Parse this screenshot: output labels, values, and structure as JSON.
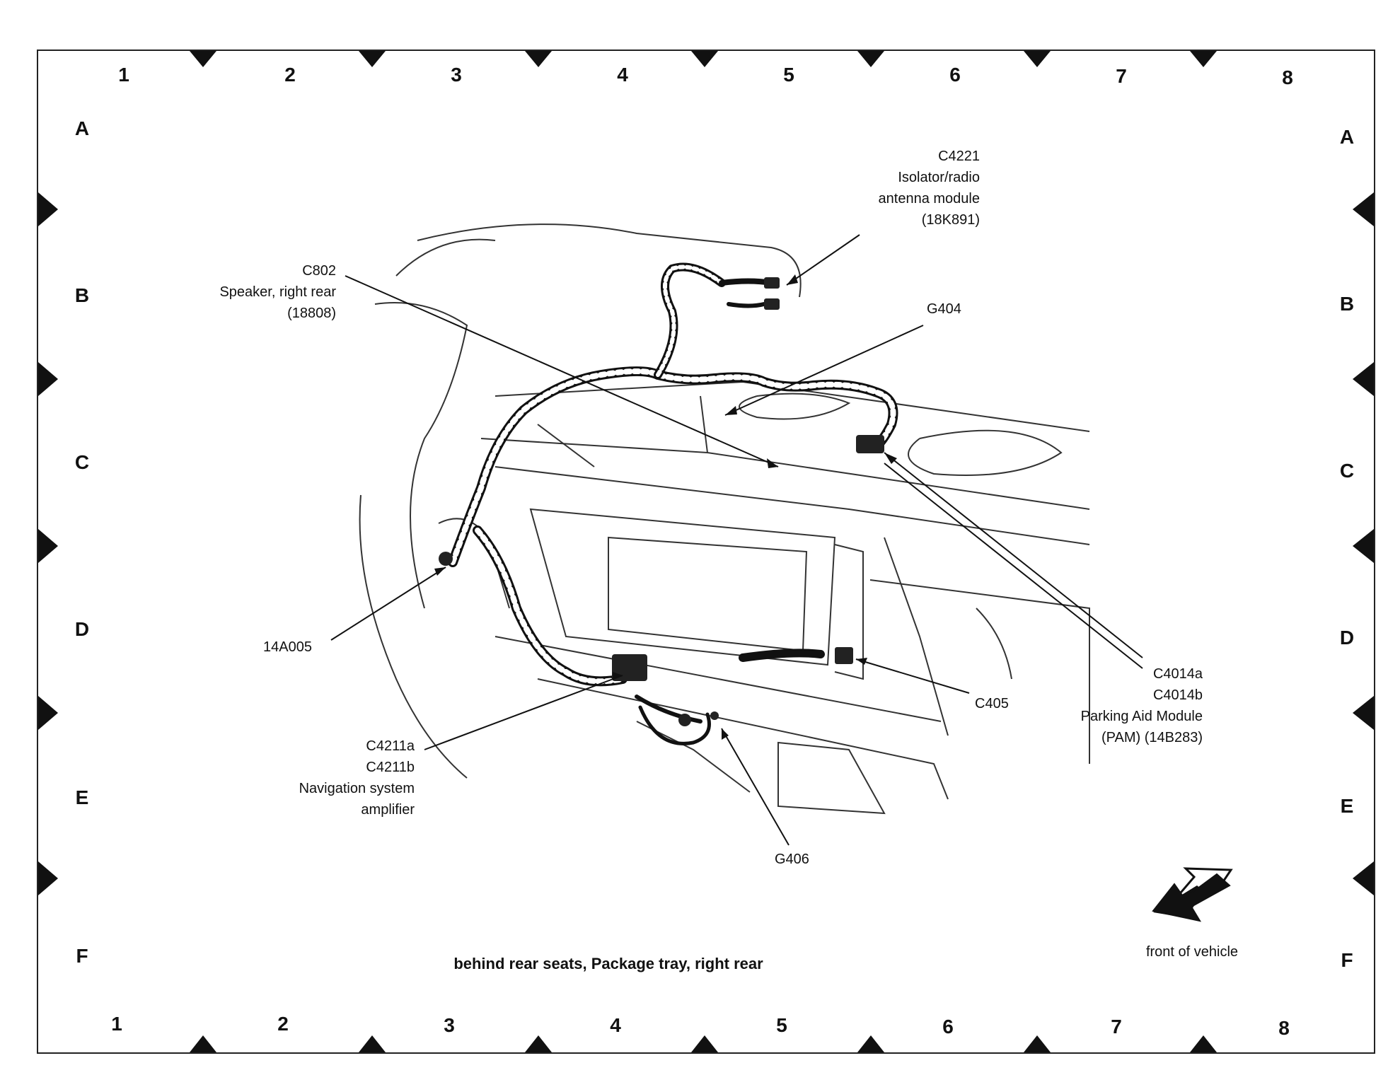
{
  "grid": {
    "columns_top": [
      "1",
      "2",
      "3",
      "4",
      "5",
      "6",
      "7",
      "8"
    ],
    "columns_bottom": [
      "1",
      "2",
      "3",
      "4",
      "5",
      "6",
      "7",
      "8"
    ],
    "rows_left": [
      "A",
      "B",
      "C",
      "D",
      "E",
      "F"
    ],
    "rows_right": [
      "A",
      "B",
      "C",
      "D",
      "E",
      "F"
    ]
  },
  "callouts": {
    "c4221": [
      "C4221",
      "Isolator/radio",
      "antenna module",
      "(18K891)"
    ],
    "c802": [
      "C802",
      "Speaker, right rear",
      "(18808)"
    ],
    "g404": [
      "G404"
    ],
    "a14a005": [
      "14A005"
    ],
    "c4211": [
      "C4211a",
      "C4211b",
      "Navigation system",
      "amplifier"
    ],
    "c405": [
      "C405"
    ],
    "c4014": [
      "C4014a",
      "C4014b",
      "Parking Aid Module",
      "(PAM) (14B283)"
    ],
    "g406": [
      "G406"
    ]
  },
  "caption": "behind rear seats, Package tray, right rear",
  "front_label": "front of vehicle",
  "icons": [
    "front-of-vehicle-arrow-icon"
  ]
}
